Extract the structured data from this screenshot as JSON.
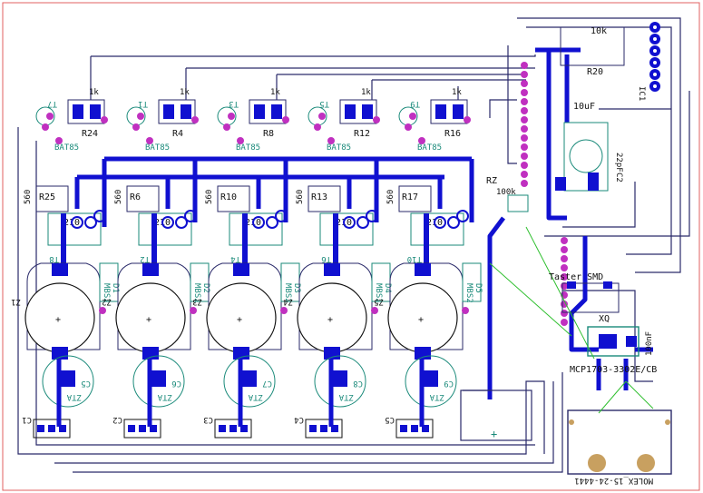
{
  "board": {
    "frame_color": "#e06060",
    "trace_color": "#1010d0",
    "thin_trace_color": "#2a2a6a",
    "pad_color": "#c030c0",
    "silk_color": "#1a8a7a",
    "ratsnest_color": "#30c030"
  },
  "channels": [
    {
      "res_top": "1k",
      "res_name": "R24",
      "trans": "T7",
      "diode": "BAT85",
      "r_mid": "560",
      "r_mid_name": "R25",
      "mos": "T8",
      "cell": "Z1",
      "bridge": "D1",
      "bridge_val": "MBS2",
      "sense": "ZTA",
      "cap": "C1",
      "cap2": "C5"
    },
    {
      "res_top": "1k",
      "res_name": "R4",
      "trans": "T1",
      "diode": "BAT85",
      "r_mid": "560",
      "r_mid_name": "R6",
      "mos": "T2",
      "cell": "Z2",
      "bridge": "D2",
      "bridge_val": "MBS2",
      "sense": "ZTA",
      "cap": "C2",
      "cap2": "C6"
    },
    {
      "res_top": "1k",
      "res_name": "R8",
      "trans": "T3",
      "diode": "BAT85",
      "r_mid": "560",
      "r_mid_name": "R10",
      "mos": "T4",
      "cell": "Z3",
      "bridge": "D3",
      "bridge_val": "MBS2",
      "sense": "ZTA",
      "cap": "C3",
      "cap2": "C7"
    },
    {
      "res_top": "1k",
      "res_name": "R12",
      "trans": "T5",
      "diode": "BAT85",
      "r_mid": "560",
      "r_mid_name": "R13",
      "mos": "T6",
      "cell": "Z4",
      "bridge": "D4",
      "bridge_val": "MBS2",
      "sense": "ZTA",
      "cap": "C4",
      "cap2": "C8"
    },
    {
      "res_top": "1k",
      "res_name": "R16",
      "trans": "T9",
      "diode": "BAT85",
      "r_mid": "560",
      "r_mid_name": "R17",
      "mos": "T10",
      "cell": "Z5",
      "bridge": "D5",
      "bridge_val": "MBS2",
      "sense": "ZTA",
      "cap": "C5",
      "cap2": "C9"
    }
  ],
  "labels": {
    "r20_val": "10k",
    "r20_name": "R20",
    "c_10uf": "10uF",
    "c_22pf": "22pF",
    "c2_name": "C2",
    "rz": "RZ",
    "r100k": "100k",
    "taster": "Taster SMD",
    "xq": "XQ",
    "c100nf": "100nF",
    "regulator": "MCP1703-3302E/CB",
    "molex": "MOLEX_15-24-4441",
    "ic_label": "IC1",
    "mos_val": "210"
  }
}
